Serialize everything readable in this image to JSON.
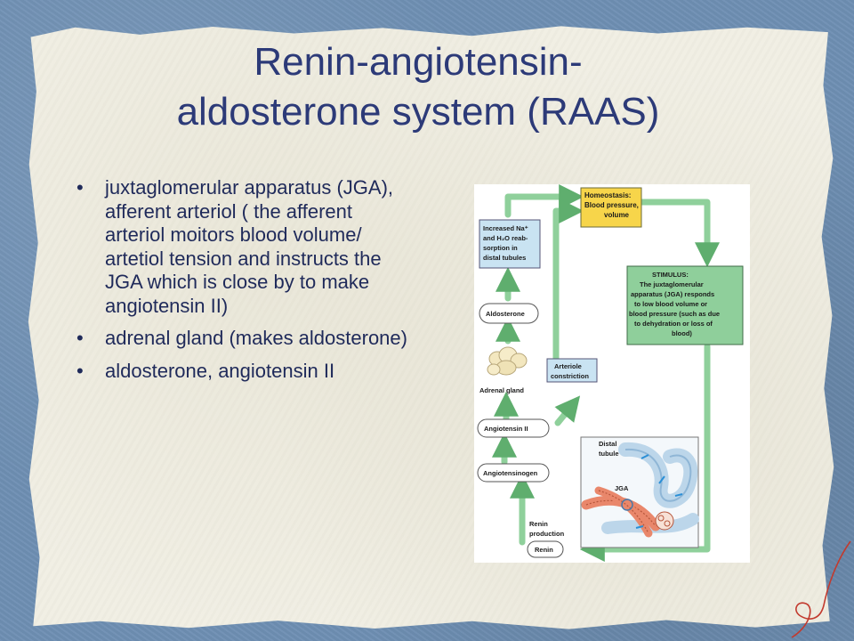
{
  "slide": {
    "title_lines": [
      "Renin-angiotensin-",
      "aldosterone system (RAAS)"
    ],
    "bullets": [
      "juxtaglomerular apparatus (JGA), afferent arteriol ( the afferent arteriol moitors blood volume/ artetiol tension and instructs the JGA which is close by to make angiotensin II)",
      "adrenal gland (makes aldosterone)",
      "aldosterone, angiotensin II"
    ]
  },
  "diagram": {
    "homeostasis": [
      "Homeostasis:",
      "Blood pressure,",
      "volume"
    ],
    "stimulus": [
      "STIMULUS:",
      "The juxtaglomerular",
      "apparatus (JGA) responds",
      "to low blood volume or",
      "blood pressure (such as due",
      "to dehydration or loss of",
      "blood)"
    ],
    "increased": [
      "Increased Na⁺",
      "and H₂O reab-",
      "sorption in",
      "distal tubules"
    ],
    "aldosterone": "Aldosterone",
    "adrenal_gland": "Adrenal gland",
    "arteriole_constriction": [
      "Arteriole",
      "constriction"
    ],
    "angiotensin_ii": "Angiotensin II",
    "angiotensinogen": "Angiotensinogen",
    "renin_production": [
      "Renin",
      "production"
    ],
    "renin": "Renin",
    "distal_tubule": [
      "Distal",
      "tubule"
    ],
    "jga": "JGA"
  },
  "colors": {
    "title": "#2c3a78",
    "body_text": "#1f2a5a",
    "box_green": "#8fcf9b",
    "box_yellow": "#f7d54a",
    "box_blue": "#c9e3f2",
    "arrow_green": "#7cc48a"
  }
}
